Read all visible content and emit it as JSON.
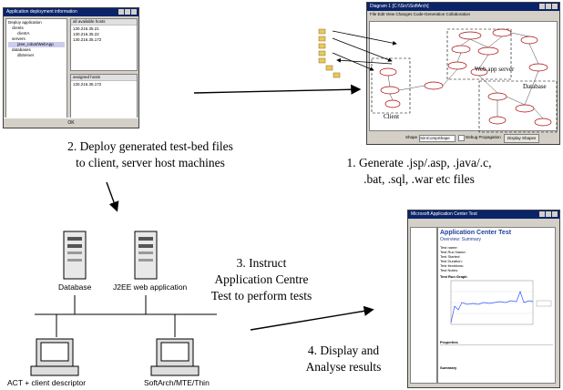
{
  "captions": {
    "step1": [
      "1. Generate .jsp/.asp, .java/.c,",
      ".bat, .sql, .war etc files"
    ],
    "step2": [
      "2. Deploy generated test-bed files",
      "to client, server host machines"
    ],
    "step3": [
      "3. Instruct",
      "Application Centre",
      "Test to perform tests"
    ],
    "step4": [
      "4. Display and",
      "Analyse results"
    ]
  },
  "machines": {
    "database": "Database",
    "j2ee": "J2EE web application",
    "act": "ACT + client descriptor",
    "softarch": "SoftArch/MTE/Thin"
  },
  "deploy_dialog": {
    "title": "Application deployment information",
    "tree": [
      "Deploy application",
      "clients",
      "clientA",
      "servers",
      "j2ee_robot/WebApp",
      "databases",
      "dbServer"
    ],
    "available_hosts_header": "all available hosts",
    "available_hosts": [
      "130.216.35.21",
      "130.216.35.22",
      "130.216.35.172"
    ],
    "assigned_hosts_header": "assigned hosts",
    "assigned_hosts": [
      "130.216.35.172"
    ],
    "ok_label": "OK"
  },
  "diagram_editor": {
    "title": "Diagram 1 [C:\\\\Src\\\\SoftArch]",
    "menu": "File  Edit  View  Changes  Code-Generation  Collaboration",
    "regions": {
      "web_app_server": "Web app server",
      "client": "Client",
      "database": "Database"
    },
    "shape_label": "Shape",
    "shape_value": "SimCompShape",
    "debug_label": "Debug Propagation",
    "display_button": "Display Shapes"
  },
  "report_window": {
    "title": "Microsoft Application Center Test",
    "heading": "Application Center Test",
    "subheading": "Overview: Summary",
    "fields": [
      "Test name:",
      "Test Run Name:",
      "Test Started:",
      "Test Duration:",
      "Test Iterations:",
      "Test Notes:"
    ],
    "graph_label": "Test Run Graph",
    "properties_label": "Properties",
    "summary_label": "Summary"
  }
}
